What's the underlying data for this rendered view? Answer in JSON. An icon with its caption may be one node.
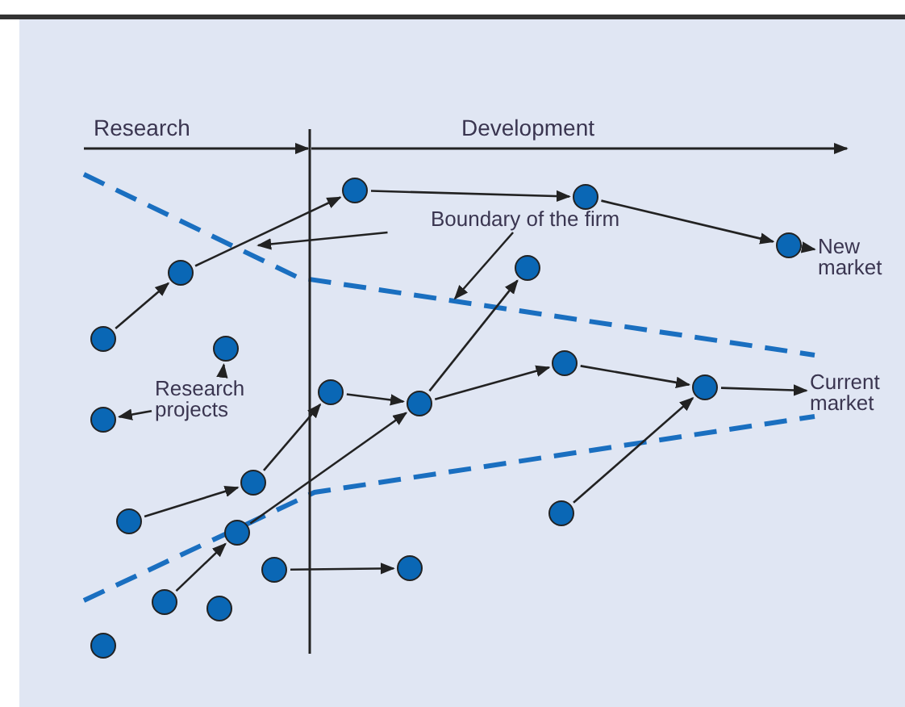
{
  "diagram": {
    "nodes": [
      {
        "text": [],
        "shape": "circle"
      },
      {
        "text": [],
        "shape": "circle"
      },
      {
        "text": [
          "Boundary of the firm"
        ]
      },
      {
        "text": [],
        "shape": "circle"
      },
      {
        "text": [
          "New market"
        ]
      },
      {
        "text": [],
        "shape": "circle"
      },
      {
        "text": [],
        "shape": "circle"
      },
      {
        "text": [],
        "shape": "circle"
      },
      {
        "text": [],
        "shape": "circle"
      },
      {
        "text": [],
        "shape": "circle"
      },
      {
        "text": [],
        "shape": "circle"
      },
      {
        "text": [
          "Current market"
        ]
      },
      {
        "text": [],
        "shape": "circle"
      },
      {
        "text": [
          "Research projects"
        ]
      },
      {
        "text": [],
        "shape": "circle"
      },
      {
        "text": [],
        "shape": "circle"
      },
      {
        "text": [],
        "shape": "circle"
      },
      {
        "text": [],
        "shape": "circle"
      },
      {
        "text": [],
        "shape": "circle"
      },
      {
        "text": [],
        "shape": "circle"
      },
      {
        "text": [],
        "shape": "circle"
      },
      {
        "text": [],
        "shape": "circle"
      },
      {
        "text": [],
        "shape": "circle"
      },
      {
        "text": [],
        "shape": "circle"
      },
      {
        "text": [],
        "shape": "circle"
      }
    ],
    "edges": [
      {
        "from": 7,
        "to": 5,
        "arrow": "to"
      },
      {
        "from": 5,
        "to": 0,
        "arrow": "to"
      },
      {
        "from": 0,
        "to": 1,
        "arrow": "to"
      },
      {
        "from": 1,
        "to": 3,
        "arrow": "to"
      },
      {
        "from": 3,
        "to": 4,
        "arrow": "to"
      },
      {
        "from": 2,
        "to": null,
        "arrow": "to"
      },
      {
        "from": 2,
        "to": null,
        "arrow": "to"
      },
      {
        "from": 13,
        "to": 8,
        "arrow": "to"
      },
      {
        "from": 13,
        "to": 15,
        "arrow": "to"
      },
      {
        "from": 12,
        "to": 14,
        "arrow": "to"
      },
      {
        "from": 14,
        "to": 9,
        "arrow": "to"
      },
      {
        "from": 9,
        "to": 10,
        "arrow": "to"
      },
      {
        "from": 10,
        "to": 11,
        "arrow": "to"
      },
      {
        "from": 17,
        "to": 10,
        "arrow": "to"
      },
      {
        "from": 14,
        "to": 6,
        "arrow": "to"
      },
      {
        "from": 16,
        "to": 12,
        "arrow": "to"
      },
      {
        "from": 18,
        "to": 16,
        "arrow": "to"
      },
      {
        "from": 22,
        "to": 19,
        "arrow": "to"
      },
      {
        "from": 19,
        "to": 14,
        "arrow": "to"
      },
      {
        "from": 20,
        "to": 21,
        "arrow": "to"
      }
    ],
    "labels": [
      "Research",
      "Development"
    ]
  }
}
